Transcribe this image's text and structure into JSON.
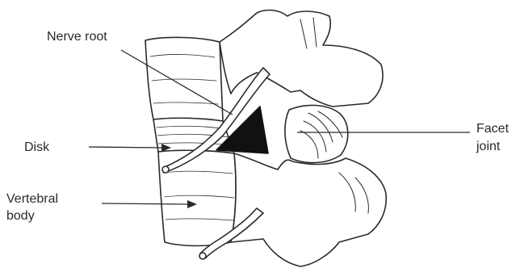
{
  "labels": {
    "nerve_root": "Nerve root",
    "disk": "Disk",
    "vertebral_body_line1": "Vertebral",
    "vertebral_body_line2": "body",
    "facet_joint_line1": "Facet",
    "facet_joint_line2": "joint"
  },
  "colors": {
    "ink": "#2a2a2a",
    "bone": "#ffffff",
    "disk_shadow": "#111111",
    "background": "#ffffff"
  }
}
